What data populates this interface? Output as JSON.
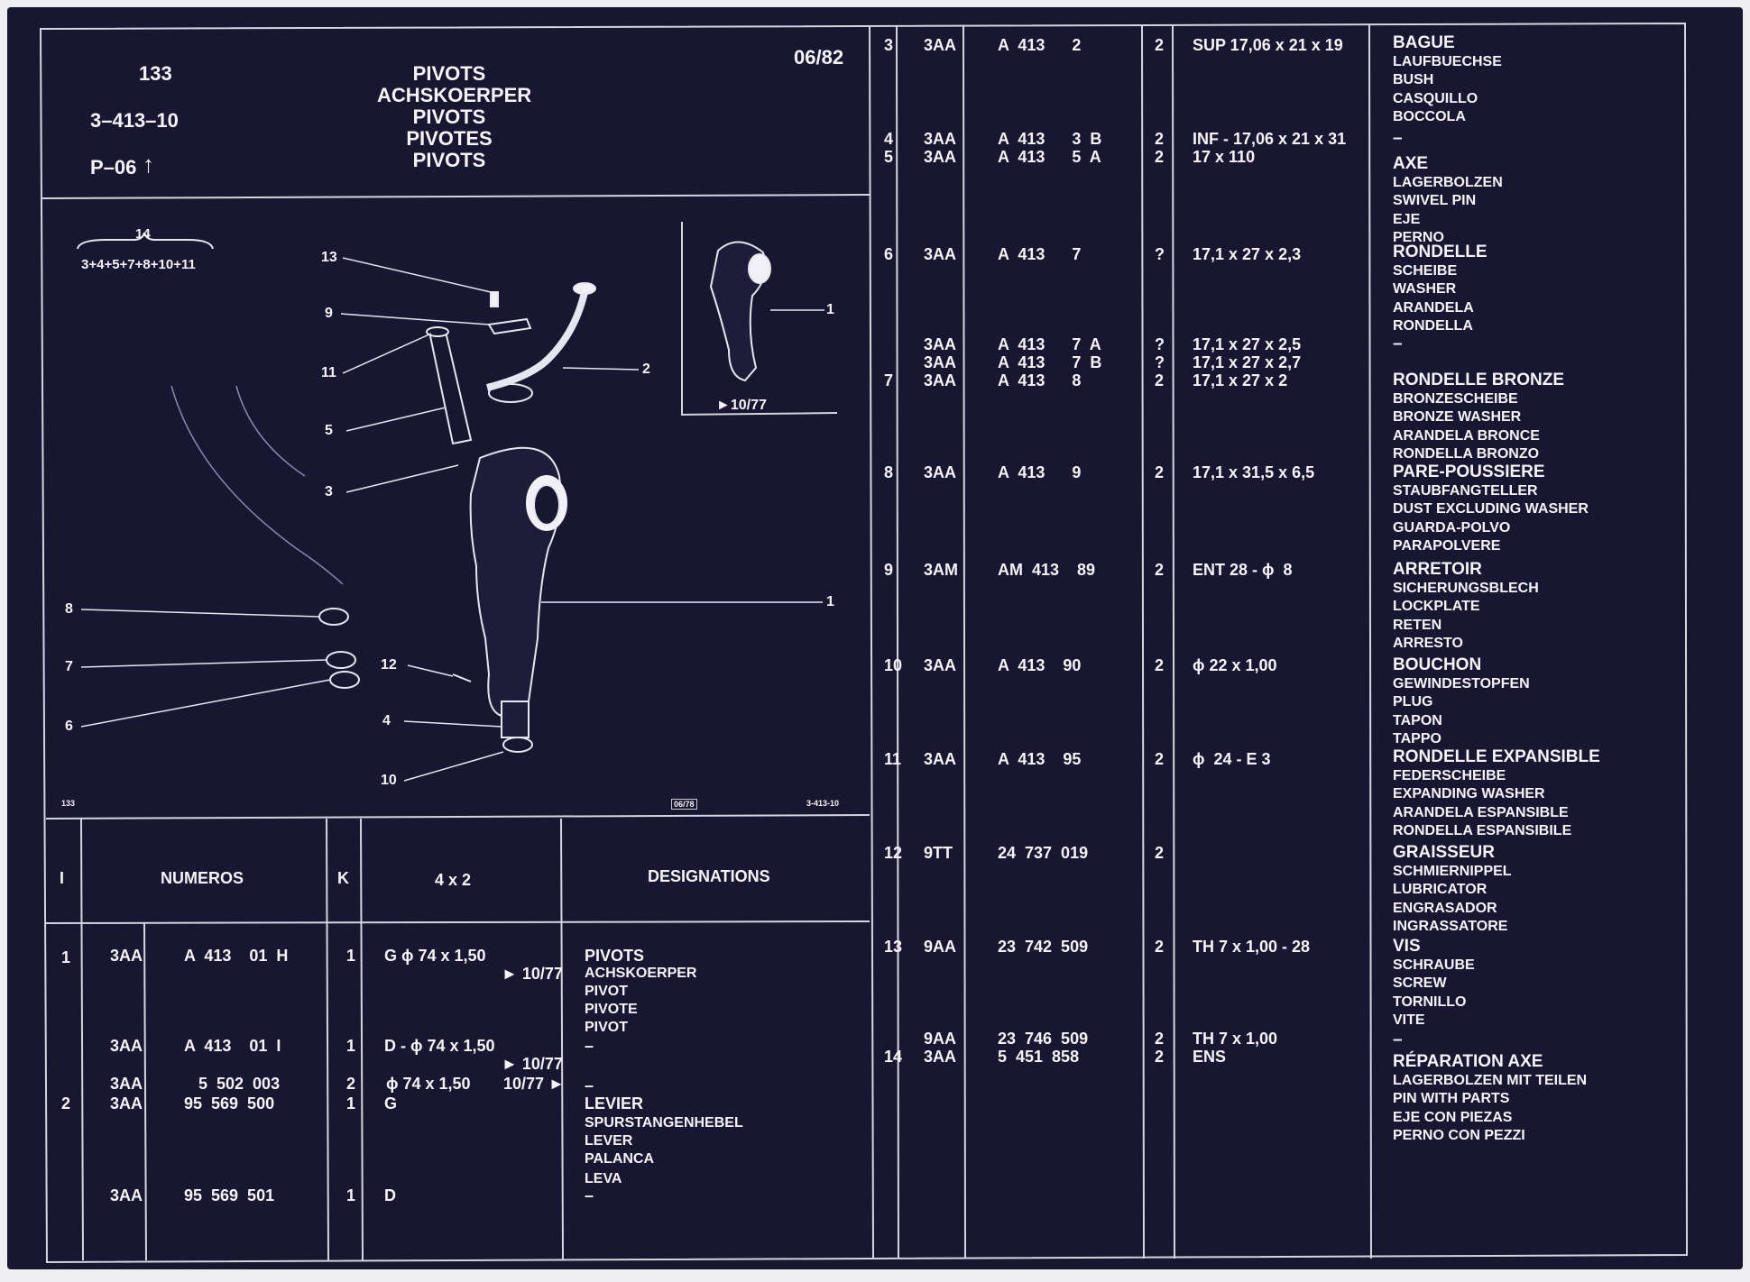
{
  "header": {
    "page_no": "133",
    "ref": "3–413–10",
    "group": "P–06",
    "group_arrow": "↑",
    "date": "06/82",
    "titles": [
      "PIVOTS",
      "ACHSKOERPER",
      "PIVOTS",
      "PIVOTES",
      "PIVOTS"
    ]
  },
  "diagram": {
    "group_number": "14",
    "group_members": "3+4+5+7+8+10+11",
    "callouts": [
      "13",
      "9",
      "11",
      "5",
      "3",
      "8",
      "7",
      "6",
      "12",
      "4",
      "10",
      "2",
      "1"
    ],
    "inset_callout": "1",
    "inset_date": "►10/77",
    "footer_left": "133",
    "footer_mid": "06/78",
    "footer_right": "3-413-10"
  },
  "table_header": {
    "col_index": "I",
    "col_numeros": "NUMEROS",
    "col_k": "K",
    "col_dim": "4 x 2",
    "col_designations": "DESIGNATIONS"
  },
  "left_rows": {
    "r1": {
      "idx": "1",
      "prefix": "3AA",
      "number": "A  413    01  H",
      "k": "1",
      "dim": "G ϕ 74 x 1,50",
      "note": "► 10/77",
      "desig": [
        "PIVOTS",
        "ACHSKOERPER",
        "PIVOT",
        "PIVOTE",
        "PIVOT"
      ]
    },
    "r1b": {
      "prefix": "3AA",
      "number": "A  413    01  I",
      "k": "1",
      "dim": "D - ϕ 74 x 1,50",
      "note": "► 10/77",
      "desig": "–"
    },
    "r2a": {
      "prefix": "3AA",
      "number": "5  502  003",
      "k": "2",
      "dim": "ϕ 74 x 1,50",
      "note": "10/77 ►",
      "desig": "–"
    },
    "r2b": {
      "idx": "2",
      "prefix": "3AA",
      "number": "95  569  500",
      "k": "1",
      "dim": "G",
      "desig": [
        "LEVIER",
        "SPURSTANGENHEBEL",
        "LEVER",
        "PALANCA",
        "LEVA"
      ]
    },
    "r2c": {
      "prefix": "3AA",
      "number": "95  569  501",
      "k": "1",
      "dim": "D",
      "desig": "–"
    }
  },
  "right_rows": [
    {
      "idx": "3",
      "prefix": "3AA",
      "number": "A  413      2",
      "k": "2",
      "dim": "SUP 17,06 x 21 x 19",
      "desig": [
        "BAGUE",
        "LAUFBUECHSE",
        "BUSH",
        "CASQUILLO",
        "BOCCOLA"
      ]
    },
    {
      "idx": "4",
      "prefix": "3AA",
      "number": "A  413      3  B",
      "k": "2",
      "dim": "INF - 17,06 x 21 x 31",
      "desig": [
        "–"
      ]
    },
    {
      "idx": "5",
      "prefix": "3AA",
      "number": "A  413      5  A",
      "k": "2",
      "dim": "17 x 110",
      "desig": [
        "AXE",
        "LAGERBOLZEN",
        "SWIVEL PIN",
        "EJE",
        "PERNO"
      ]
    },
    {
      "idx": "6",
      "prefix": "3AA",
      "number": "A  413      7",
      "k": "?",
      "dim": "17,1 x 27 x 2,3",
      "desig": [
        "RONDELLE",
        "SCHEIBE",
        "WASHER",
        "ARANDELA",
        "RONDELLA"
      ]
    },
    {
      "idx": "",
      "prefix": "3AA",
      "number": "A  413      7  A",
      "k": "?",
      "dim": "17,1 x 27 x 2,5",
      "desig": [
        "–"
      ]
    },
    {
      "idx": "",
      "prefix": "3AA",
      "number": "A  413      7  B",
      "k": "?",
      "dim": "17,1 x 27 x 2,7",
      "desig": []
    },
    {
      "idx": "7",
      "prefix": "3AA",
      "number": "A  413      8",
      "k": "2",
      "dim": "17,1 x 27 x 2",
      "desig": [
        "RONDELLE BRONZE",
        "BRONZESCHEIBE",
        "BRONZE WASHER",
        "ARANDELA BRONCE",
        "RONDELLA BRONZO"
      ]
    },
    {
      "idx": "8",
      "prefix": "3AA",
      "number": "A  413      9",
      "k": "2",
      "dim": "17,1 x 31,5 x 6,5",
      "desig": [
        "PARE-POUSSIERE",
        "STAUBFANGTELLER",
        "DUST EXCLUDING WASHER",
        "GUARDA-POLVO",
        "PARAPOLVERE"
      ]
    },
    {
      "idx": "9",
      "prefix": "3AM",
      "number": "AM  413    89",
      "k": "2",
      "dim": "ENT 28 - ϕ  8",
      "desig": [
        "ARRETOIR",
        "SICHERUNGSBLECH",
        "LOCKPLATE",
        "RETEN",
        "ARRESTO"
      ]
    },
    {
      "idx": "10",
      "prefix": "3AA",
      "number": "A  413    90",
      "k": "2",
      "dim": "ϕ 22 x 1,00",
      "desig": [
        "BOUCHON",
        "GEWINDESTOPFEN",
        "PLUG",
        "TAPON",
        "TAPPO"
      ]
    },
    {
      "idx": "11",
      "prefix": "3AA",
      "number": "A  413    95",
      "k": "2",
      "dim": "ϕ  24 - E 3",
      "desig": [
        "RONDELLE EXPANSIBLE",
        "FEDERSCHEIBE",
        "EXPANDING WASHER",
        "ARANDELA ESPANSIBLE",
        "RONDELLA ESPANSIBILE"
      ]
    },
    {
      "idx": "12",
      "prefix": "9TT",
      "number": "24  737  019",
      "k": "2",
      "dim": "",
      "desig": [
        "GRAISSEUR",
        "SCHMIERNIPPEL",
        "LUBRICATOR",
        "ENGRASADOR",
        "INGRASSATORE"
      ]
    },
    {
      "idx": "13",
      "prefix": "9AA",
      "number": "23  742  509",
      "k": "2",
      "dim": "TH 7 x 1,00 - 28",
      "desig": [
        "VIS",
        "SCHRAUBE",
        "SCREW",
        "TORNILLO",
        "VITE"
      ]
    },
    {
      "idx": "",
      "prefix": "9AA",
      "number": "23  746  509",
      "k": "2",
      "dim": "TH 7 x 1,00",
      "desig": [
        "–"
      ]
    },
    {
      "idx": "14",
      "prefix": "3AA",
      "number": "5  451  858",
      "k": "2",
      "dim": "ENS",
      "desig": [
        "RÉPARATION AXE",
        "LAGERBOLZEN MIT TEILEN",
        "PIN WITH PARTS",
        "EJE CON PIEZAS",
        "PERNO CON PEZZI"
      ]
    }
  ]
}
